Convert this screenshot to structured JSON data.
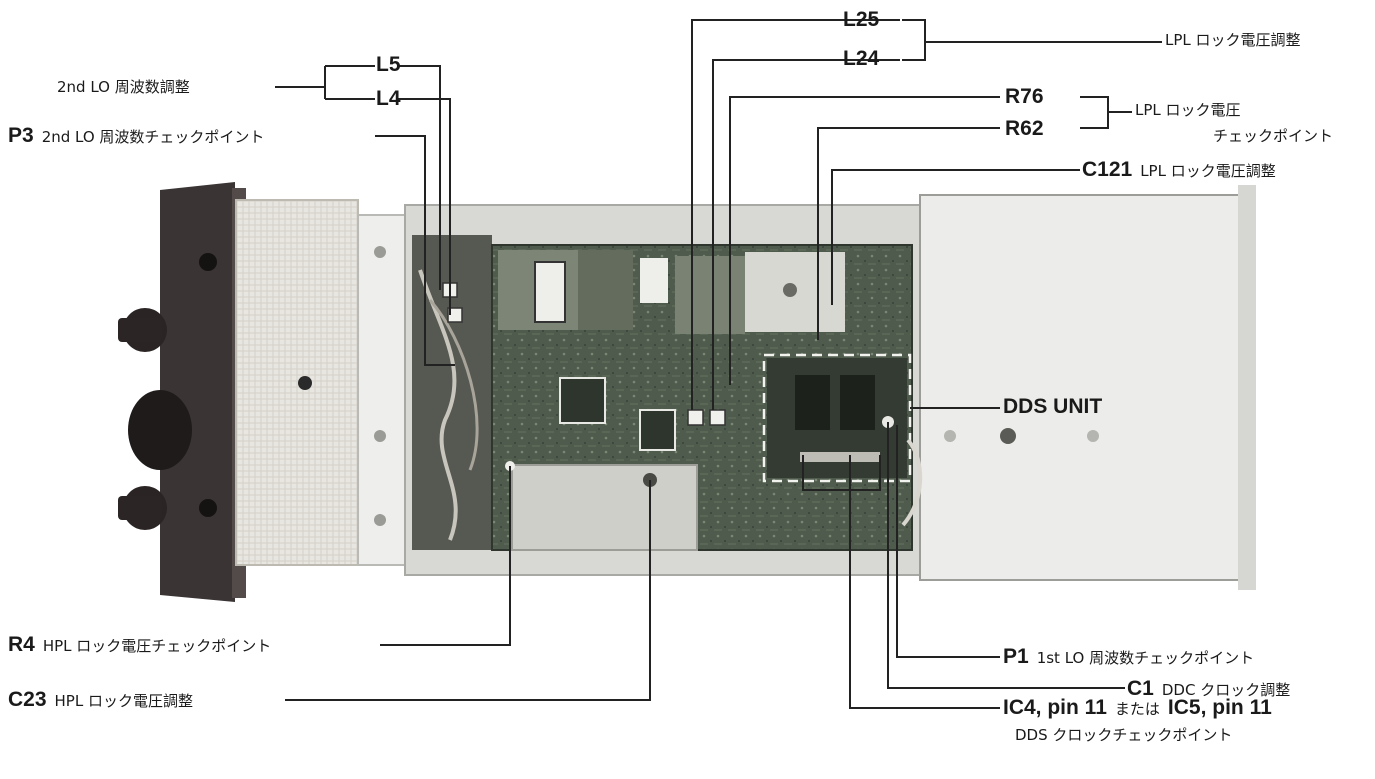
{
  "labels": {
    "l5": "L5",
    "l4": "L4",
    "l5_l4_desc": "2nd LO 周波数調整",
    "p3_id": "P3",
    "p3_desc": "2nd LO 周波数チェックポイント",
    "l25": "L25",
    "l24": "L24",
    "l25_l24_desc": "LPL ロック電圧調整",
    "r76": "R76",
    "r62": "R62",
    "r76_r62_desc_1": "LPL ロック電圧",
    "r76_r62_desc_2": "チェックポイント",
    "c121_id": "C121",
    "c121_desc": "LPL ロック電圧調整",
    "dds_unit": "DDS UNIT",
    "p1_id": "P1",
    "p1_desc": "1st LO 周波数チェックポイント",
    "r4_id": "R4",
    "r4_desc": "HPL ロック電圧チェックポイント",
    "c1_id": "C1",
    "c1_desc": "DDC クロック調整",
    "c23_id": "C23",
    "c23_desc": "HPL ロック電圧調整",
    "ic4": "IC4, pin 11",
    "matawa": "または",
    "ic5": "IC5, pin 11",
    "ic_desc": "DDS クロックチェックポイント"
  },
  "colors": {
    "line": "#222222",
    "text": "#1a1a1a",
    "photo_board": "#4e5a4c",
    "photo_metal": "#e4e4e1"
  }
}
